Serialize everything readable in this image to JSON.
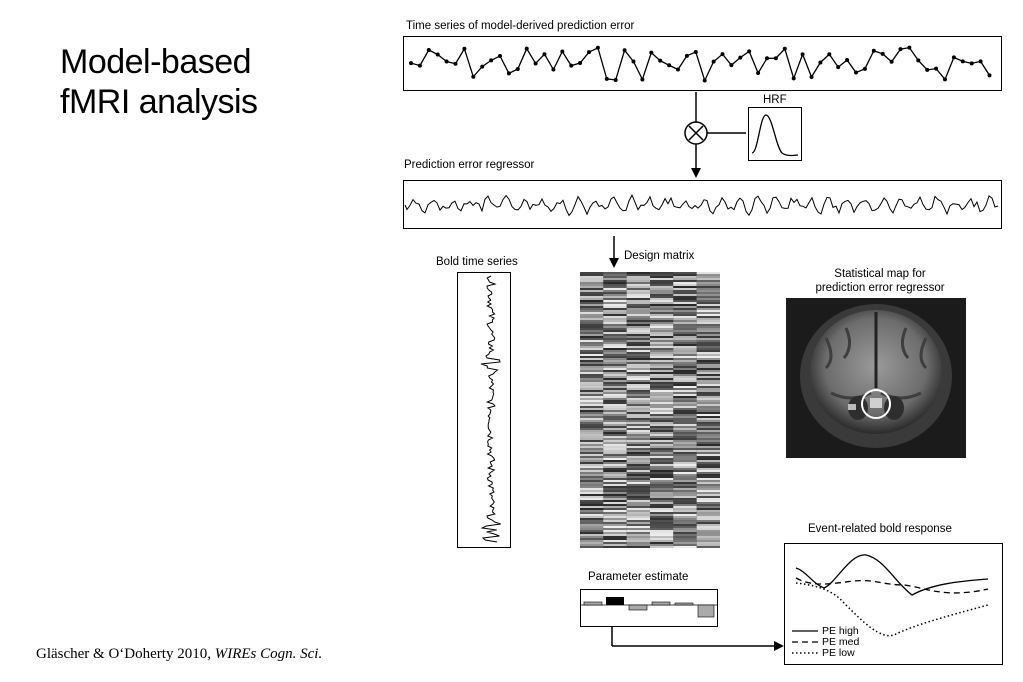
{
  "slide": {
    "title_line1": "Model-based",
    "title_line2": "fMRI analysis",
    "citation_authors": "Gläscher & O‘Doherty 2010, ",
    "citation_journal": "WIREs Cogn. Sci."
  },
  "figure": {
    "timeseries_label": "Time series of model-derived prediction error",
    "hrf_label": "HRF",
    "regressor_label": "Prediction error regressor",
    "bold_label": "Bold time series",
    "design_label": "Design matrix",
    "statmap_label_line1": "Statistical map for",
    "statmap_label_line2": "prediction error regressor",
    "param_label": "Parameter estimate",
    "event_label": "Event-related bold response",
    "legend": [
      {
        "label": "PE high",
        "style": "solid"
      },
      {
        "label": "PE med",
        "style": "dashed"
      },
      {
        "label": "PE low",
        "style": "dotted"
      }
    ]
  }
}
